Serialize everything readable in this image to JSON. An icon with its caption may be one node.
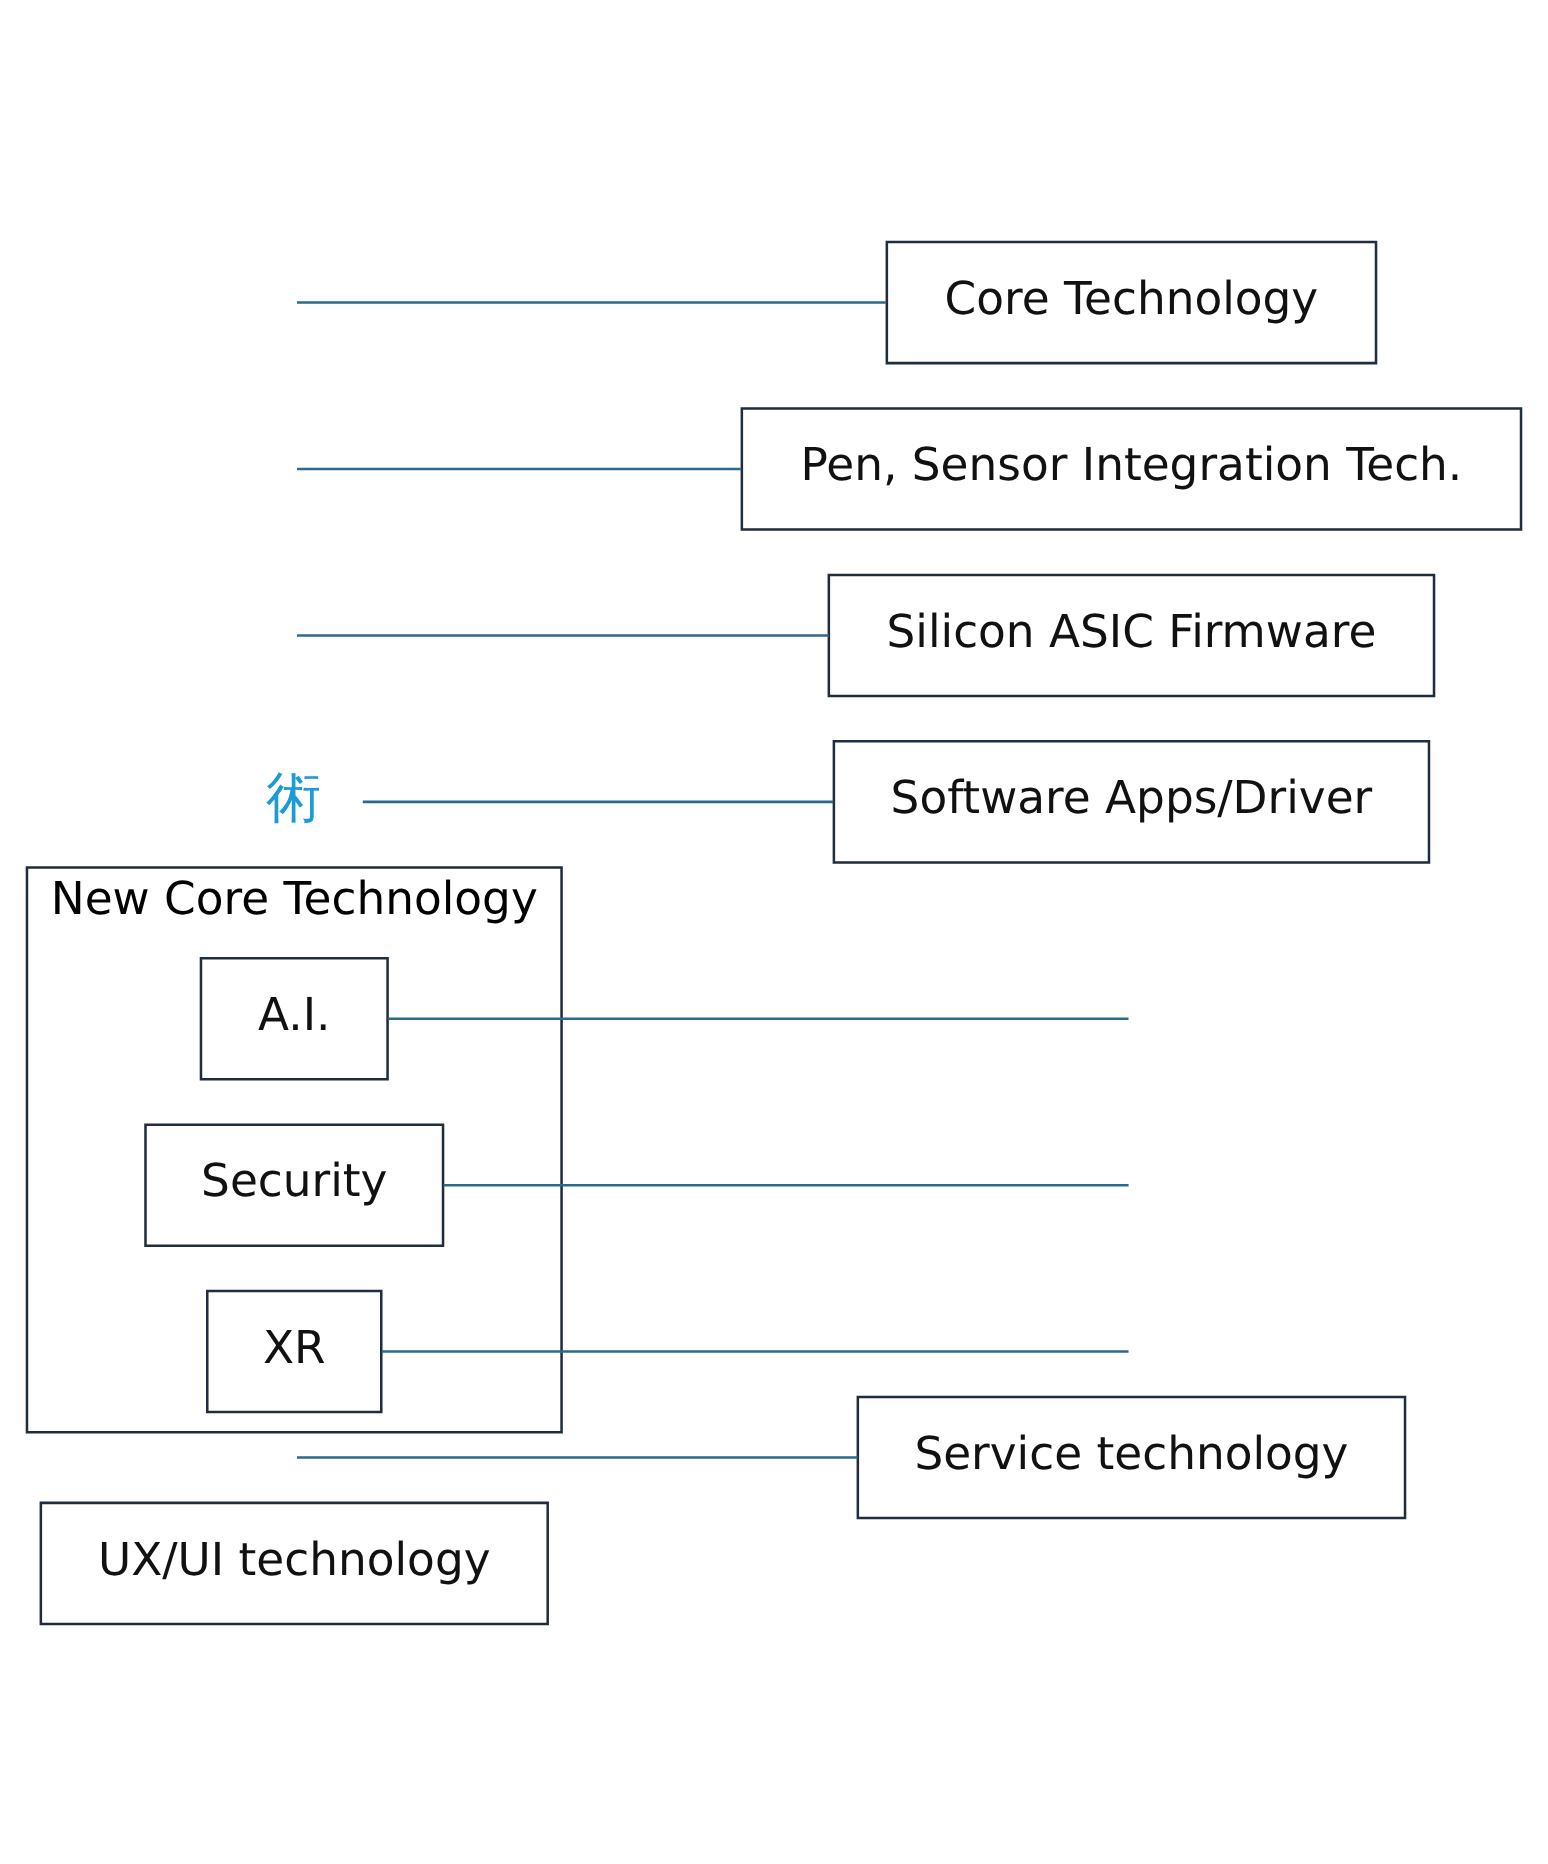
{
  "diagram": {
    "nodes": [
      {
        "text": [
          "UX/UI technology"
        ]
      },
      {
        "text": [
          "Service technology"
        ]
      },
      {
        "text": [
          "New Core Technology"
        ]
      },
      {
        "text": [
          "A.I."
        ],
        "in": 2
      },
      {
        "text": [
          "Security"
        ],
        "in": 2
      },
      {
        "text": [
          "XR"
        ],
        "in": 2
      },
      {
        "text": [
          "Software Apps/Driver"
        ]
      },
      {
        "text": [
          "Silicon ASIC Firmware"
        ]
      },
      {
        "text": [
          "Pen, Sensor Integration Tech."
        ]
      },
      {
        "text": [
          "Core Technology"
        ]
      },
      {
        "text": [
          "術"
        ]
      }
    ],
    "edges": [
      {
        "from": null,
        "to": 1,
        "arrow": "none"
      },
      {
        "from": 10,
        "to": 6,
        "arrow": "none"
      },
      {
        "from": null,
        "to": 7,
        "arrow": "none"
      },
      {
        "from": null,
        "to": 8,
        "arrow": "none"
      },
      {
        "from": null,
        "to": 9,
        "arrow": "none"
      },
      {
        "from": 3,
        "to": null,
        "arrow": "none"
      },
      {
        "from": 4,
        "to": null,
        "arrow": "none"
      },
      {
        "from": 5,
        "to": null,
        "arrow": "none"
      }
    ]
  }
}
